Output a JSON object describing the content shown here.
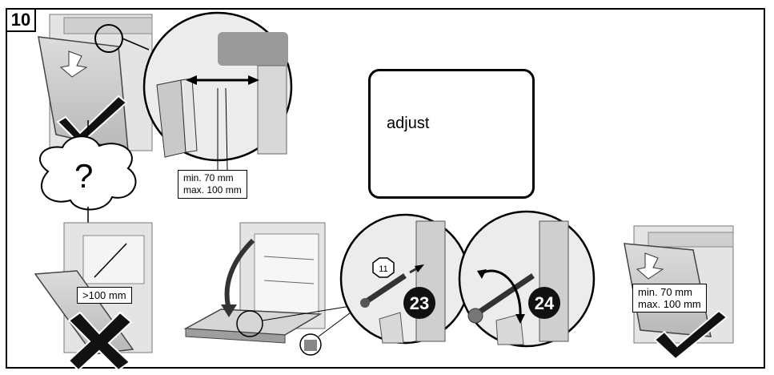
{
  "step_number": "10",
  "adjust_label": "adjust",
  "gap_label_top": {
    "line1": "min. 70 mm",
    "line2": "max. 100 mm"
  },
  "gap_label_right": {
    "line1": "min. 70 mm",
    "line2": "max. 100 mm"
  },
  "too_far_label": ">100 mm",
  "question_mark": "?",
  "tool_size": "11",
  "callout_23": "23",
  "callout_24": "24"
}
